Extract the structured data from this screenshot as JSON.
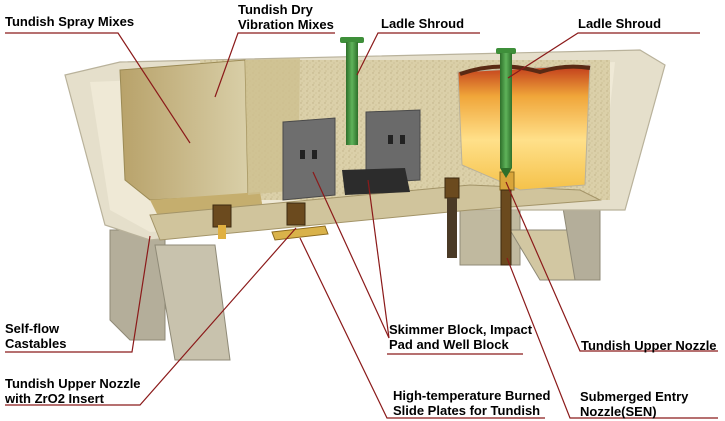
{
  "labels": {
    "tundish_spray_mixes": "Tundish Spray Mixes",
    "tundish_dry_vibration_l1": "Tundish Dry",
    "tundish_dry_vibration_l2": "Vibration Mixes",
    "ladle_shroud_left": "Ladle Shroud",
    "ladle_shroud_right": "Ladle Shroud",
    "self_flow_l1": "Self-flow",
    "self_flow_l2": "Castables",
    "upper_nozzle_zro2_l1": "Tundish Upper  Nozzle",
    "upper_nozzle_zro2_l2": "with ZrO2 Insert",
    "skimmer_l1": "Skimmer Block, Impact",
    "skimmer_l2": "Pad and Well Block",
    "slide_plates_l1": "High-temperature Burned",
    "slide_plates_l2": "Slide Plates for Tundish",
    "tundish_upper_nozzle": "Tundish Upper Nozzle",
    "sen_l1": "Submerged Entry",
    "sen_l2": "Nozzle(SEN)"
  },
  "colors": {
    "leader_line": "#8b1a1a",
    "shell": "#e2dcc8",
    "lining": "#c9b98a",
    "wall_texture": "#d8cda6",
    "skimmer": "#6e6e6e",
    "ladle_shroud": "#3e8f3a",
    "molten_steel": "#f2b22e",
    "support": "#b4ae9a"
  }
}
